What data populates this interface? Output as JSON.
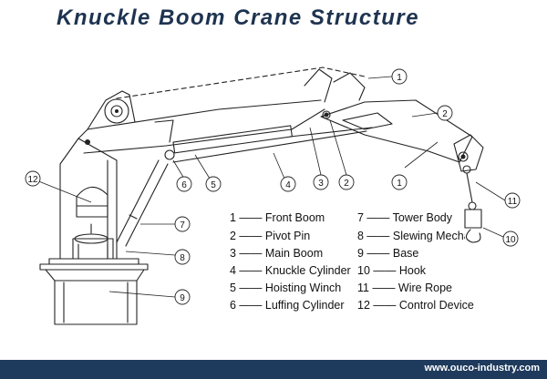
{
  "title": "Knuckle Boom Crane Structure",
  "callouts": [
    "1",
    "2",
    "3",
    "4",
    "5",
    "6",
    "7",
    "8",
    "9",
    "10",
    "11",
    "12"
  ],
  "legend": {
    "left": [
      "1 —— Front Boom",
      "2 —— Pivot Pin",
      "3 —— Main Boom",
      "4 —— Knuckle Cylinder",
      "5 —— Hoisting Winch",
      "6 —— Luffing Cylinder"
    ],
    "right": [
      "7 —— Tower Body",
      "8 —— Slewing Mecha",
      "9 —— Base",
      "10 —— Hook",
      "11 —— Wire Rope",
      "12 —— Control Device"
    ]
  },
  "footer": {
    "website": "www.ouco-industry.com"
  }
}
